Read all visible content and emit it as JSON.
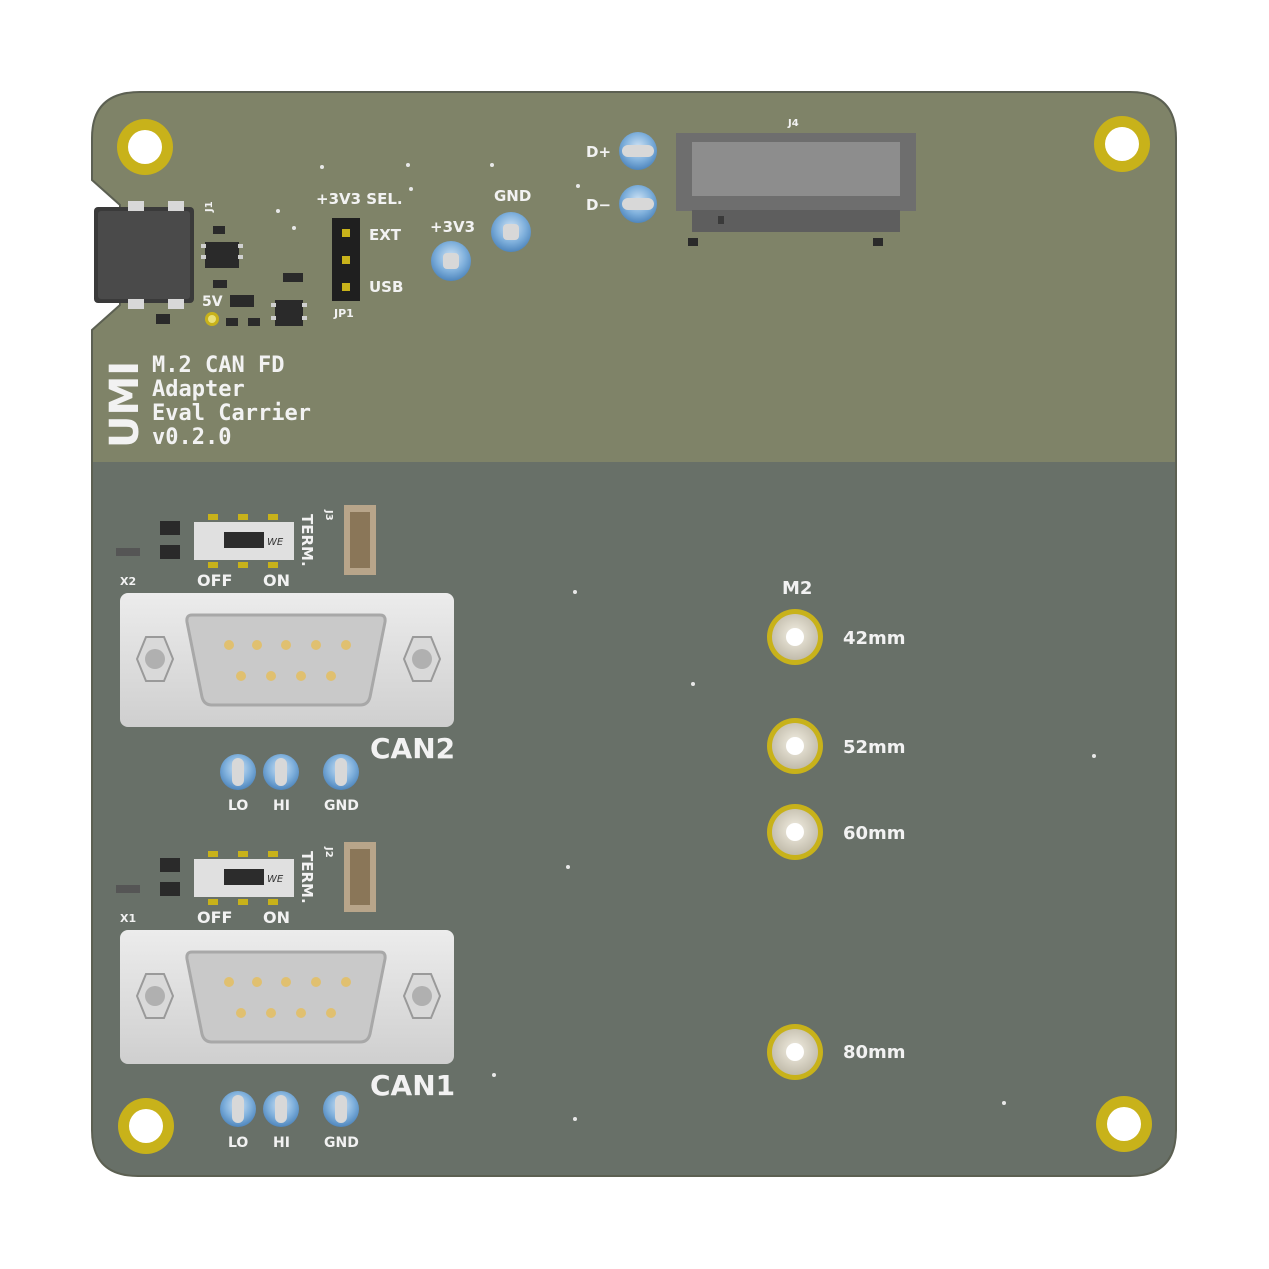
{
  "board": {
    "title_lines": [
      "M.2 CAN FD",
      "Adapter",
      "Eval Carrier",
      "v0.2.0"
    ],
    "logo_text": "UMI",
    "colors": {
      "top_region": "#7f8368",
      "bottom_region": "#687068",
      "pad_gold": "#c8b21a",
      "silk": "#f2f2f2",
      "testpoint_blue": "#6fa3d6"
    }
  },
  "power": {
    "usb_ref": "J1",
    "led_label": "5V",
    "selector_title": "+3V3 SEL.",
    "jumper_ref": "JP1",
    "jumper_labels": [
      "EXT",
      "USB"
    ],
    "tp_3v3": "+3V3",
    "tp_gnd": "GND"
  },
  "usb_data": {
    "d_plus": "D+",
    "d_minus": "D−",
    "m2_ref": "J4"
  },
  "can2": {
    "label": "CAN2",
    "term_label": "TERM.",
    "switch_brand": "WE",
    "switch_off": "OFF",
    "switch_on": "ON",
    "x_ref": "X2",
    "conn_ref": "J3",
    "tp_labels": [
      "LO",
      "HI",
      "GND"
    ]
  },
  "can1": {
    "label": "CAN1",
    "term_label": "TERM.",
    "switch_brand": "WE",
    "switch_off": "OFF",
    "switch_on": "ON",
    "x_ref": "X1",
    "conn_ref": "J2",
    "tp_labels": [
      "LO",
      "HI",
      "GND"
    ]
  },
  "m2_mount": {
    "title": "M2",
    "lengths": [
      "42mm",
      "52mm",
      "60mm",
      "80mm"
    ]
  }
}
